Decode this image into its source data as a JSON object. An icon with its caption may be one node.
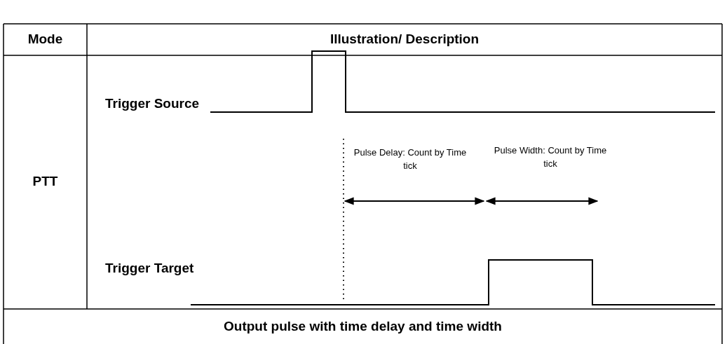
{
  "diagram": {
    "labels": [
      "Mode",
      "Illustration/ Description",
      "PTT",
      "Trigger Source",
      "Pulse Delay: Count by Time tick",
      "Pulse Width: Count by Time tick",
      "Trigger Target",
      "Output pulse with time delay and time width"
    ]
  }
}
